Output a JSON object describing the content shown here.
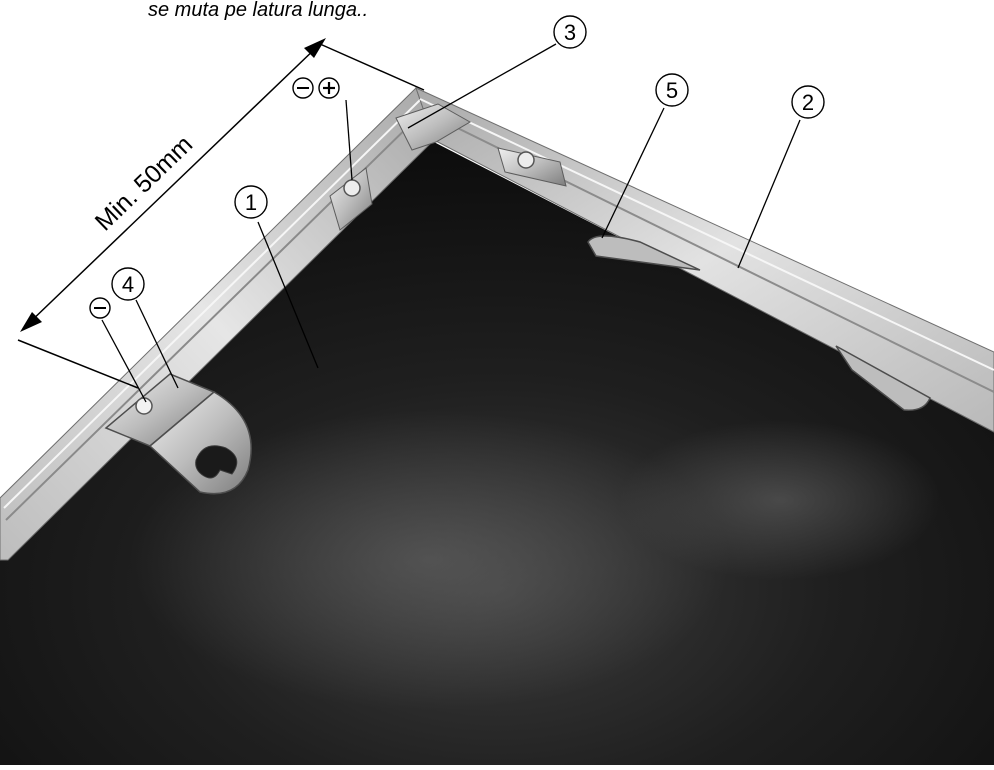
{
  "caption": "se muta pe latura lunga..",
  "dimension": {
    "label": "Min. 50mm"
  },
  "callouts": [
    {
      "id": "1",
      "label": "1"
    },
    {
      "id": "2",
      "label": "2"
    },
    {
      "id": "3",
      "label": "3"
    },
    {
      "id": "4",
      "label": "4"
    },
    {
      "id": "5",
      "label": "5"
    }
  ],
  "symbols": {
    "minus": "minus-circle-icon",
    "plus": "plus-circle-icon"
  },
  "colors": {
    "background": "#ffffff",
    "leather": "#141414",
    "frame_light": "#d6d6d6",
    "frame_mid": "#9a9a9a",
    "frame_dark": "#5a5a5a",
    "annotation": "#000000"
  }
}
